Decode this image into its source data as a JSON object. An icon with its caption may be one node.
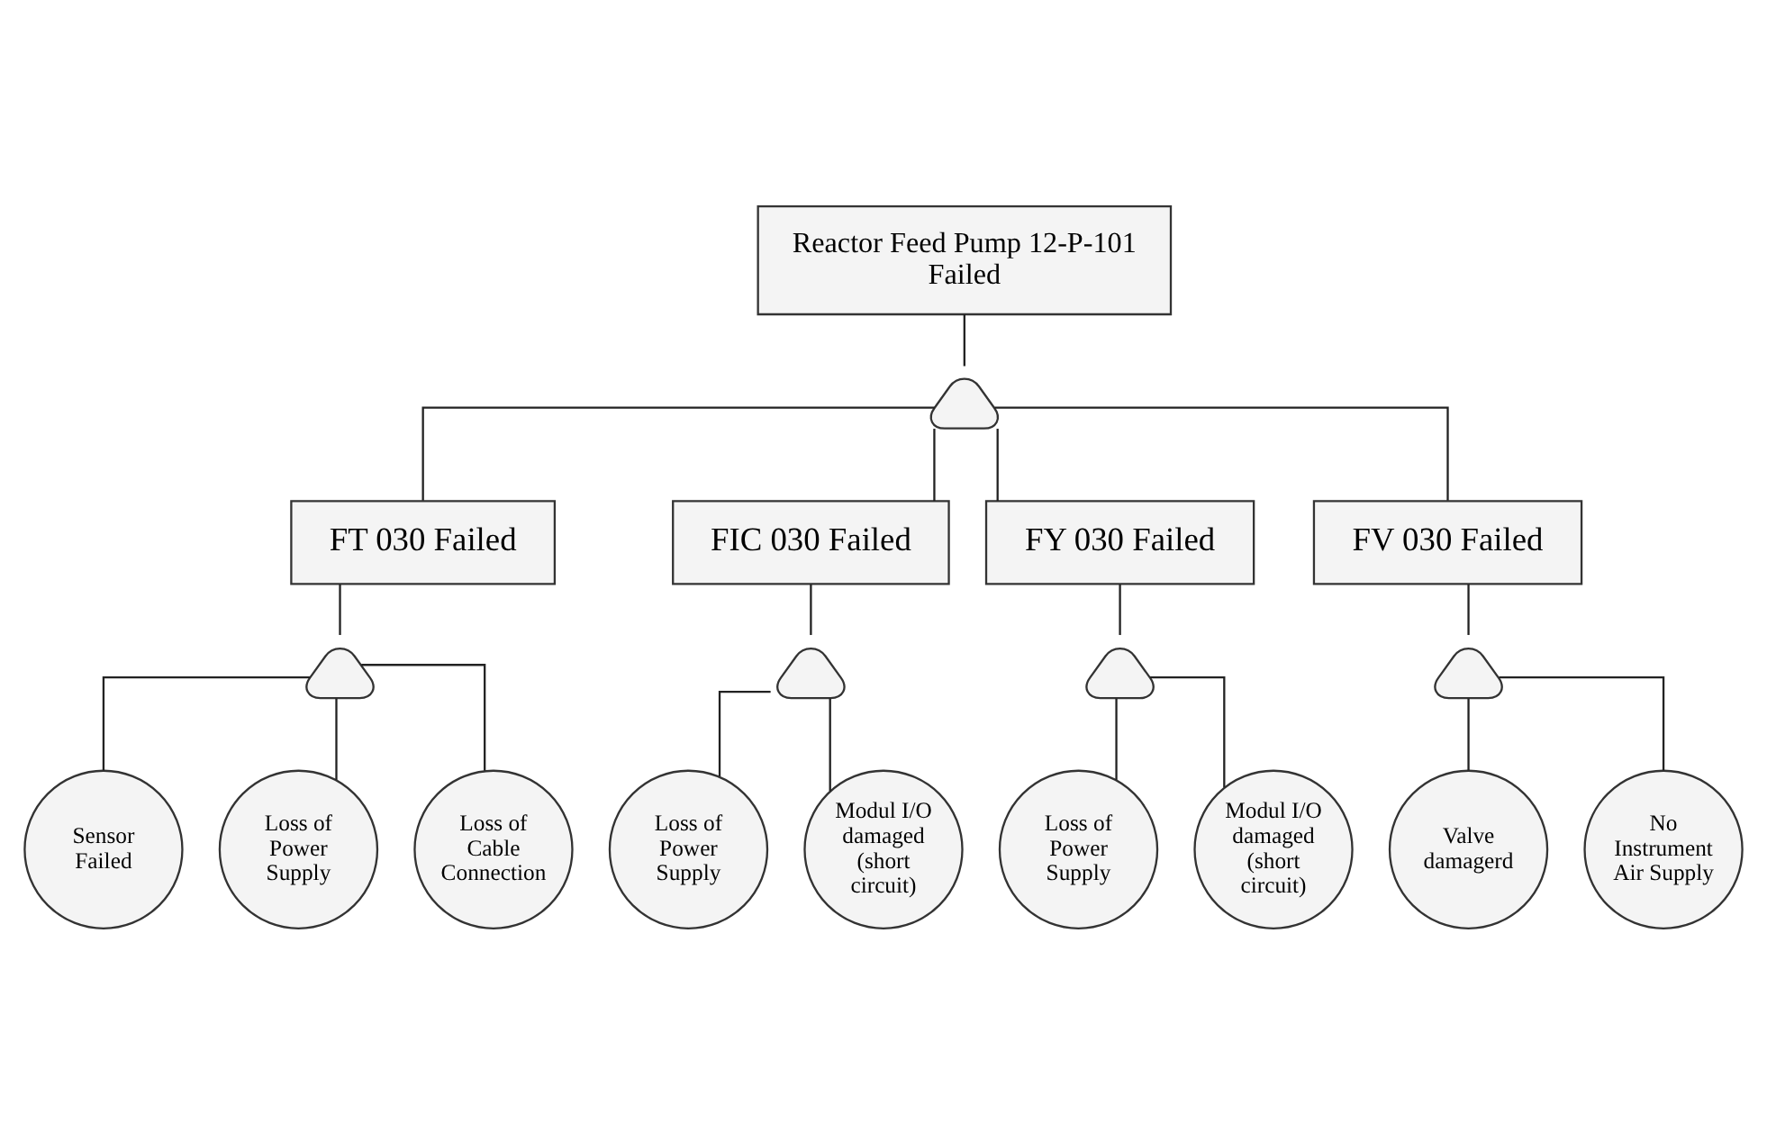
{
  "diagram": {
    "nodes": [
      {
        "text": [
          "Reactor Feed Pump 12-P-101 Failed"
        ]
      },
      {
        "text": [],
        "shape": "gate"
      },
      {
        "text": [
          "FT 030 Failed"
        ]
      },
      {
        "text": [
          "FIC 030 Failed"
        ]
      },
      {
        "text": [
          "FY 030 Failed"
        ]
      },
      {
        "text": [
          "FV 030 Failed"
        ]
      },
      {
        "text": [],
        "shape": "gate"
      },
      {
        "text": [],
        "shape": "gate"
      },
      {
        "text": [],
        "shape": "gate"
      },
      {
        "text": [],
        "shape": "gate"
      },
      {
        "text": [
          "Sensor Failed"
        ]
      },
      {
        "text": [
          "Loss of Power Supply"
        ]
      },
      {
        "text": [
          "Loss of Cable Connection"
        ]
      },
      {
        "text": [
          "Loss of Power Supply"
        ]
      },
      {
        "text": [
          "Modul I/O damaged (short circuit)"
        ]
      },
      {
        "text": [
          "Loss of Power Supply"
        ]
      },
      {
        "text": [
          "Modul I/O damaged (short circuit)"
        ]
      },
      {
        "text": [
          "Valve damagerd"
        ]
      },
      {
        "text": [
          "No Instrument Air Supply"
        ]
      }
    ],
    "edges": [
      {
        "from": 0,
        "to": 1,
        "arrow": "none"
      },
      {
        "from": 1,
        "to": 2,
        "arrow": "none"
      },
      {
        "from": 1,
        "to": 3,
        "arrow": "none"
      },
      {
        "from": 1,
        "to": 4,
        "arrow": "none"
      },
      {
        "from": 1,
        "to": 5,
        "arrow": "none"
      },
      {
        "from": 2,
        "to": 6,
        "arrow": "none"
      },
      {
        "from": 3,
        "to": 7,
        "arrow": "none"
      },
      {
        "from": 4,
        "to": 8,
        "arrow": "none"
      },
      {
        "from": 5,
        "to": 9,
        "arrow": "none"
      },
      {
        "from": 6,
        "to": 10,
        "arrow": "none"
      },
      {
        "from": 6,
        "to": 11,
        "arrow": "none"
      },
      {
        "from": 6,
        "to": 12,
        "arrow": "none"
      },
      {
        "from": 7,
        "to": 13,
        "arrow": "none"
      },
      {
        "from": 7,
        "to": 14,
        "arrow": "none"
      },
      {
        "from": 8,
        "to": 15,
        "arrow": "none"
      },
      {
        "from": 8,
        "to": 16,
        "arrow": "none"
      },
      {
        "from": 9,
        "to": 17,
        "arrow": "none"
      },
      {
        "from": 9,
        "to": 18,
        "arrow": "none"
      }
    ]
  }
}
